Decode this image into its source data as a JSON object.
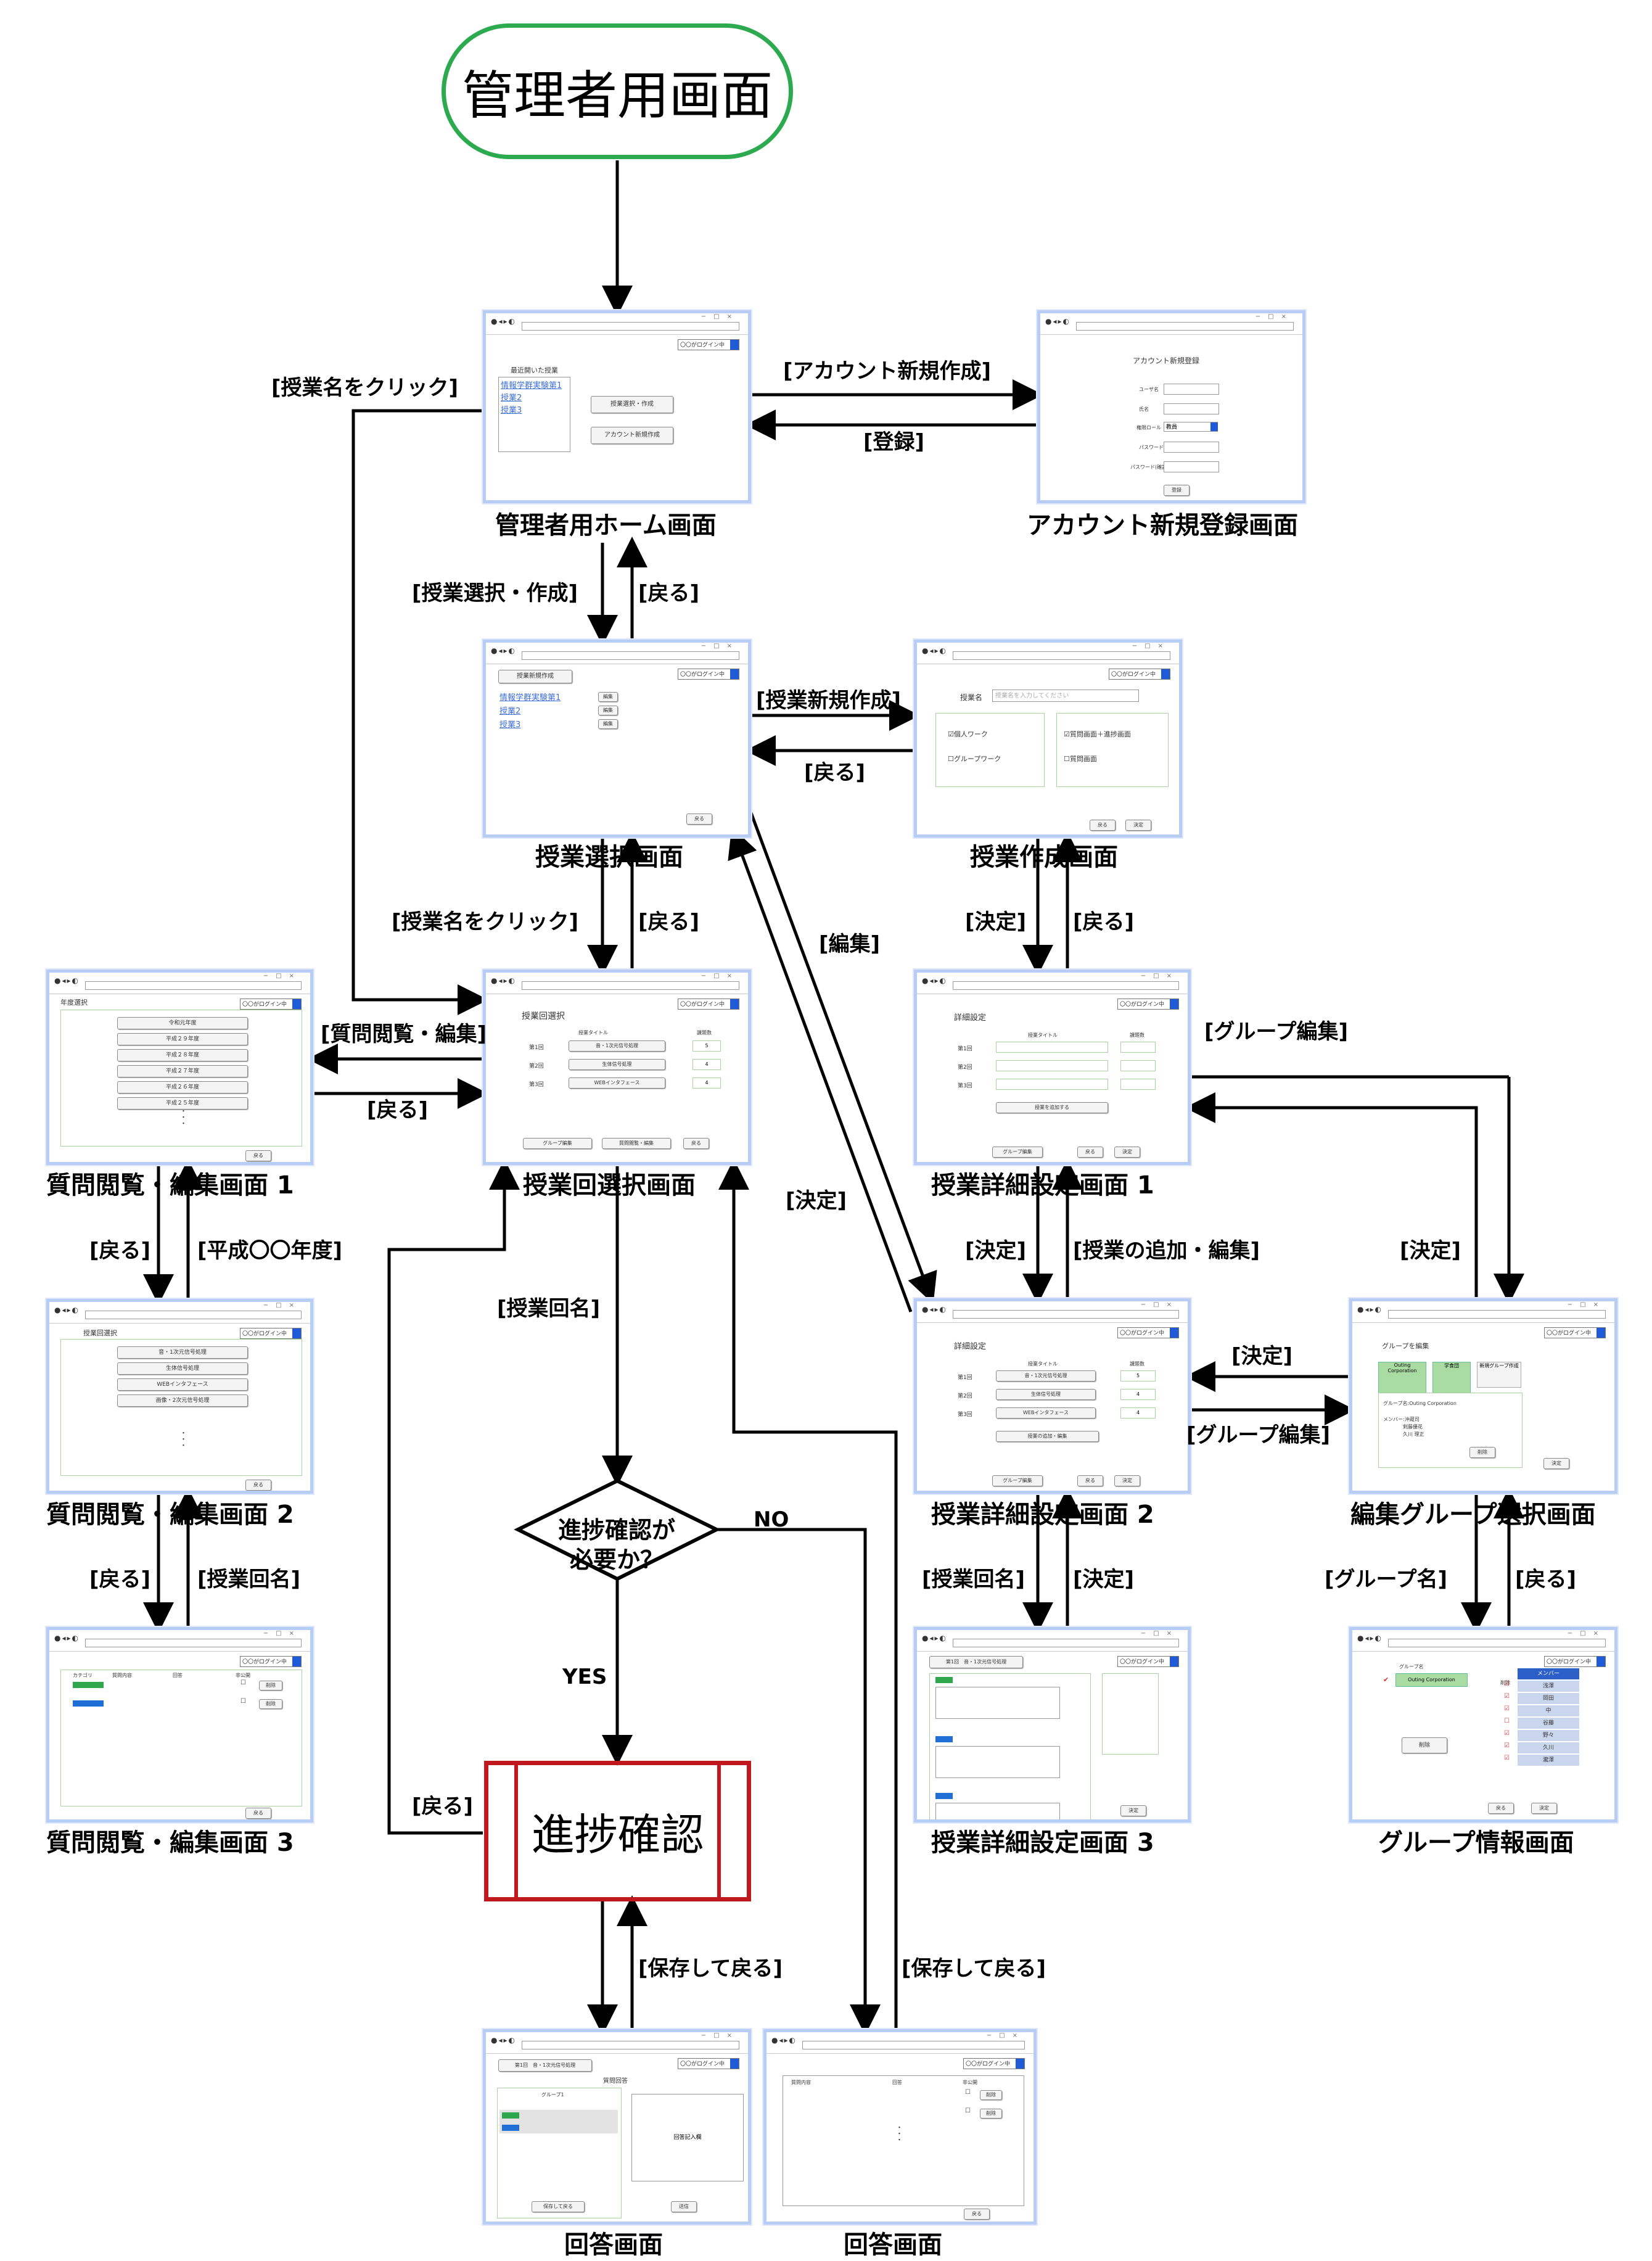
{
  "start_node": "管理者用画面",
  "process_node": "進捗確認",
  "decision": {
    "line1": "進捗確認が",
    "line2": "必要か？",
    "yes": "YES",
    "no": "NO"
  },
  "screens": {
    "home": {
      "caption": "管理者用ホーム画面",
      "recent": "最近開いた授業",
      "link1": "情報学群実験第1",
      "link2": "授業2",
      "link3": "授業3",
      "btn1": "授業選択・作成",
      "btn2": "アカウント新規作成",
      "login": "〇〇がログイン中"
    },
    "account": {
      "caption": "アカウント新規登録画面",
      "title": "アカウント新規登録",
      "f1": "ユーザ名",
      "f2": "氏名",
      "f3": "権限ロール",
      "f3v": "教員",
      "f4": "パスワード",
      "f5": "パスワード(確認)",
      "btn": "登録"
    },
    "lesson_select": {
      "caption": "授業選択画面",
      "new_btn": "授業新規作成",
      "r1": "情報学群実験第1",
      "r2": "授業2",
      "r3": "授業3",
      "edit": "編集",
      "back": "戻る"
    },
    "lesson_create": {
      "caption": "授業作成画面",
      "name": "授業名",
      "placeholder": "授業名を入力してください",
      "c1": "個人ワーク",
      "c2": "グループワーク",
      "c3": "質問画面＋進捗画面",
      "c4": "質問画面",
      "back": "戻る",
      "ok": "決定"
    },
    "session_select": {
      "caption": "授業回選択画面",
      "title": "授業回選択",
      "col1": "授業タイトル",
      "col2": "課題数",
      "rows": [
        {
          "no": "第1回",
          "t": "音・1次元信号処理",
          "n": "5"
        },
        {
          "no": "第2回",
          "t": "生体信号処理",
          "n": "4"
        },
        {
          "no": "第3回",
          "t": "WEBインタフェース",
          "n": "4"
        }
      ],
      "b1": "グループ編集",
      "b2": "質問閲覧・編集",
      "b3": "戻る"
    },
    "detail1": {
      "caption": "授業詳細設定画面 1",
      "title": "詳細設定",
      "col1": "授業タイトル",
      "col2": "課題数",
      "r1": "第1回",
      "r2": "第2回",
      "r3": "第3回",
      "add": "授業を追加する",
      "b1": "グループ編集",
      "b2": "戻る",
      "b3": "決定"
    },
    "detail2": {
      "caption": "授業詳細設定画面 2",
      "title": "詳細設定",
      "col1": "授業タイトル",
      "col2": "課題数",
      "rows": [
        {
          "no": "第1回",
          "t": "音・1次元信号処理",
          "n": "5"
        },
        {
          "no": "第2回",
          "t": "生体信号処理",
          "n": "4"
        },
        {
          "no": "第3回",
          "t": "WEBインタフェース",
          "n": "4"
        }
      ],
      "add": "授業の追加・編集",
      "b1": "グループ編集",
      "b2": "戻る",
      "b3": "決定"
    },
    "detail3": {
      "caption": "授業詳細設定画面 3",
      "tab": "第1回　音・1次元信号処理",
      "ok": "決定"
    },
    "group_edit": {
      "caption": "編集グループ選択画面",
      "title": "グループを編集",
      "t1": "Outing Corporation",
      "t2": "学食団",
      "t3": "新規グループ作成",
      "g": "グループ名:Outing Corporation",
      "m": "メンバー:沖蔵司",
      "m2": "剣藤優花",
      "m3": "久川 理正",
      "del": "削除",
      "ok": "決定"
    },
    "group_info": {
      "caption": "グループ情報画面",
      "gname": "グループ名",
      "gval": "Outing Corporation",
      "members_h": "メンバー",
      "members": [
        "浅澤",
        "岡田",
        "中",
        "谷藤",
        "野々",
        "久川",
        "瀧澤"
      ],
      "col": "削除",
      "del": "削除",
      "back": "戻る",
      "ok": "決定"
    },
    "qa1": {
      "caption": "質問閲覧・編集画面 1",
      "title": "年度選択",
      "years": [
        "令和元年度",
        "平成２９年度",
        "平成２８年度",
        "平成２７年度",
        "平成２６年度",
        "平成２５年度"
      ],
      "back": "戻る"
    },
    "qa2": {
      "caption": "質問閲覧・編集画面 2",
      "title": "授業回選択",
      "items": [
        "音・1次元信号処理",
        "生体信号処理",
        "WEBインタフェース",
        "画像・2次元信号処理"
      ],
      "back": "戻る"
    },
    "qa3": {
      "caption": "質問閲覧・編集画面 3",
      "h1": "カテゴリ",
      "h2": "質問内容",
      "h3": "回答",
      "h4": "非公開",
      "del": "削除",
      "back": "戻る"
    },
    "answer1": {
      "caption": "回答画面",
      "tab": "第1回　音・1次元信号処理",
      "title": "質問回答",
      "group": "グループ1",
      "input": "回答記入欄",
      "save": "保存して戻る",
      "ok": "送信"
    },
    "answer2": {
      "caption": "回答画面",
      "h1": "質問内容",
      "h2": "回答",
      "h3": "非公開",
      "del": "削除",
      "back": "戻る"
    }
  },
  "edge_labels": {
    "to_account": "[アカウント新規作成]",
    "register": "[登録]",
    "click_name_top": "[授業名をクリック]",
    "select_create": "[授業選択・作成]",
    "back_home": "[戻る]",
    "new_lesson": "[授業新規作成]",
    "back_create": "[戻る]",
    "click_name": "[授業名をクリック]",
    "back_select": "[戻る]",
    "edit": "[編集]",
    "decide_create": "[決定]",
    "back_detail": "[戻る]",
    "qa_edit": "[質問閲覧・編集]",
    "back_qa": "[戻る]",
    "group_edit_top": "[グループ編集]",
    "decide_d1": "[決定]",
    "add_edit": "[授業の追加・編集]",
    "decide_cross": "[決定]",
    "decide_group_top": "[決定]",
    "decide_group": "[決定]",
    "group_edit": "[グループ編集]",
    "back_qa2": "[戻る]",
    "heisei": "[平成〇〇年度]",
    "session_name": "[授業回名]",
    "back_qa3": "[戻る]",
    "session_name2": "[授業回名]",
    "session_name3": "[授業回名]",
    "decide_d3": "[決定]",
    "group_name": "[グループ名]",
    "back_group": "[戻る]",
    "back_progress": "[戻る]",
    "save_back": "[保存して戻る]",
    "save_back2": "[保存して戻る]"
  }
}
